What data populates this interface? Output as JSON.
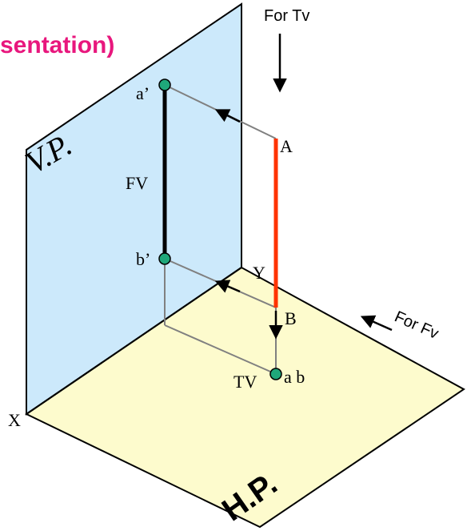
{
  "title_fragment": "sentation)",
  "planes": {
    "vp_label": "V.P.",
    "hp_label": "H.P."
  },
  "axes": {
    "x_label": "X",
    "y_label": "Y"
  },
  "points": {
    "a_front": "a’",
    "b_front": "b’",
    "a_space": "A",
    "b_space": "B",
    "ab_top": "a b"
  },
  "views": {
    "front_view": "FV",
    "top_view": "TV"
  },
  "directions": {
    "for_tv": "For Tv",
    "for_fv": "For Fv"
  },
  "colors": {
    "title": "#e8177d",
    "vp_fill": "#cce9fb",
    "hp_fill": "#fdfbcd",
    "line_red": "#ff3300",
    "point_fill": "#1fa77a"
  }
}
